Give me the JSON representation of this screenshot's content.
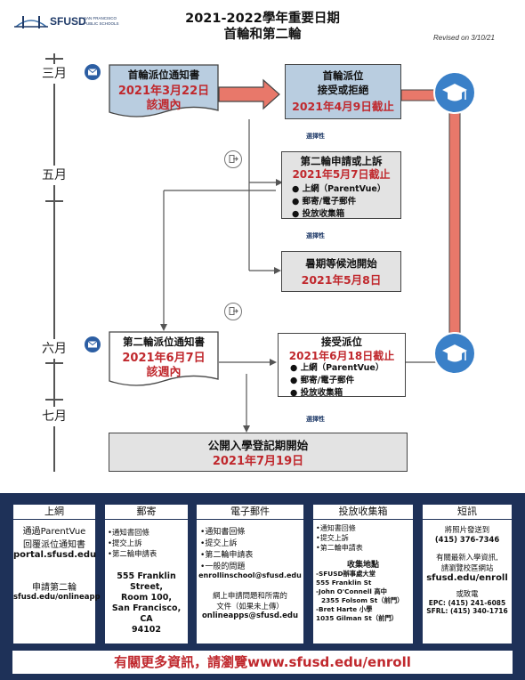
{
  "header": {
    "logo_name": "SFUSD",
    "logo_sub1": "SAN FRANCISCO",
    "logo_sub2": "PUBLIC SCHOOLS",
    "title_line1": "2021-2022學年重要日期",
    "title_line2": "首輪和第二輪",
    "revised": "Revised on 3/10/21"
  },
  "months": [
    "三月",
    "五月",
    "六月",
    "七月"
  ],
  "colors": {
    "accent_red": "#c0282d",
    "navy": "#1e3158",
    "blue_box": "#b9cde0",
    "arrow": "#e8786a"
  },
  "boxes": {
    "first_offer": {
      "title": "首輪派位通知書",
      "date": "2021年3月22日",
      "sub": "該週內"
    },
    "accept_first": {
      "l1": "首輪派位",
      "l2": "接受或拒絕",
      "date": "2021年4月9日截止"
    },
    "round2_apply": {
      "title": "第二輪申請或上訴",
      "date": "2021年5月7日截止",
      "items": [
        "上網（ParentVue）",
        "郵寄/電子郵件",
        "投放收集箱"
      ]
    },
    "waitpool": {
      "title": "暑期等候池開始",
      "date": "2021年5月8日"
    },
    "round2_offer": {
      "title": "第二輪派位通知書",
      "date": "2021年6月7日",
      "sub": "該週內"
    },
    "accept_second": {
      "title": "接受派位",
      "date": "2021年6月18日截止",
      "items": [
        "上網（ParentVue）",
        "郵寄/電子郵件",
        "投放收集箱"
      ]
    },
    "open_enroll": {
      "title": "公開入學登記期開始",
      "date": "2021年7月19日"
    }
  },
  "optional_labels": [
    "選擇性",
    "選擇性",
    "選擇性"
  ],
  "icons": [
    "envelope-icon",
    "graduation-cap-icon",
    "document-arrow-icon"
  ],
  "footer": {
    "online": {
      "head": "上網",
      "l1": "通過ParentVue",
      "l2": "回覆派位通知書",
      "l3": "portal.sfusd.edu",
      "l4": "申請第二輪",
      "l5": "sfusd.edu/onlineapp"
    },
    "mail": {
      "head": "郵寄",
      "items": [
        "通知書回條",
        "提交上訴",
        "第二輪申請表"
      ],
      "addr": [
        "555 Franklin",
        "Street,",
        "Room 100,",
        "San Francisco, CA",
        "94102"
      ]
    },
    "email": {
      "head": "電子郵件",
      "items": [
        "通知書回條",
        "提交上訴",
        "第二輪申請表",
        "一般的問題"
      ],
      "addr1": "enrollinschool@sfusd.edu",
      "note1": "網上申請問題和所需的",
      "note2": "文件（如果未上傳）",
      "addr2": "onlineapps@sfusd.edu"
    },
    "dropbox": {
      "head": "投放收集箱",
      "items": [
        "通知書回條",
        "提交上訴",
        "第二輪申請表"
      ],
      "loc_head": "收集地點",
      "locs": [
        "-SFUSD辦事處大堂",
        "555 Franklin St",
        "-John O'Connell 高中",
        "2355 Folsom St（前門）",
        "-Bret Harte 小學",
        "1035 Gilman St（前門）"
      ]
    },
    "sms": {
      "head": "短訊",
      "l1": "將照片發送到",
      "l2": "(415) 376-7346",
      "l3": "有關最新入學資訊,",
      "l4": "請瀏覽校區網站",
      "l5": "sfusd.edu/enroll",
      "l6": "或致電",
      "l7": "EPC: (415) 241-6085",
      "l8": "SFRL: (415) 340-1716"
    }
  },
  "bottom_text": "有關更多資訊，請瀏覽www.sfusd.edu/enroll"
}
